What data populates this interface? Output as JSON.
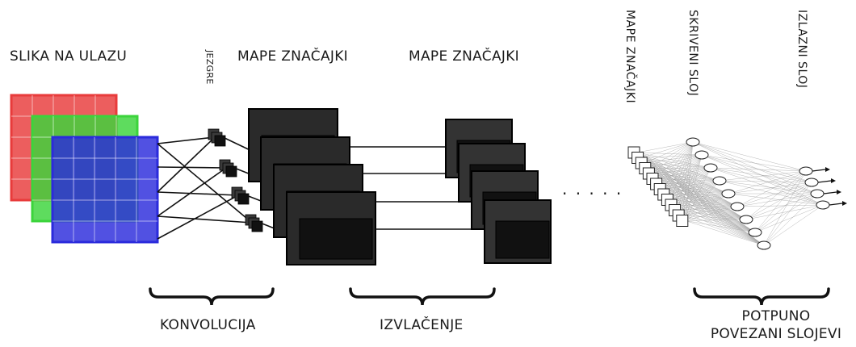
{
  "labels": {
    "input_image": "SLIKA NA ULAZU",
    "kernels": "JEZGRE",
    "feature_maps_1": "MAPE ZNAČAJKI",
    "feature_maps_2": "MAPE ZNAČAJKI",
    "feature_maps_3": "MAPE ZNAČAJKI",
    "hidden_layer": "SKRIVENI SLOJ",
    "output_layer": "IZLAZNI SLOJ",
    "convolution": "KONVOLUCIJA",
    "pooling": "IZVLAČENJE",
    "fully_connected_line1": "POTPUNO",
    "fully_connected_line2": "POVEZANI SLOJEVI",
    "ellipsis": ". . . . ."
  },
  "colors": {
    "channel_red": "#e83b3b",
    "channel_green": "#3bd43b",
    "channel_blue": "#2b2bdc",
    "feature_map_fill": "#2a2a2a",
    "feature_map_front": "#111111",
    "connection_line": "#111111",
    "fc_line": "#9a9a9a"
  },
  "network": {
    "input_channels": 3,
    "kernel_count": 4,
    "feature_maps_stage1": 4,
    "feature_maps_stage2": 4,
    "flattened_units": 14,
    "hidden_units": 9,
    "output_units": 4
  }
}
